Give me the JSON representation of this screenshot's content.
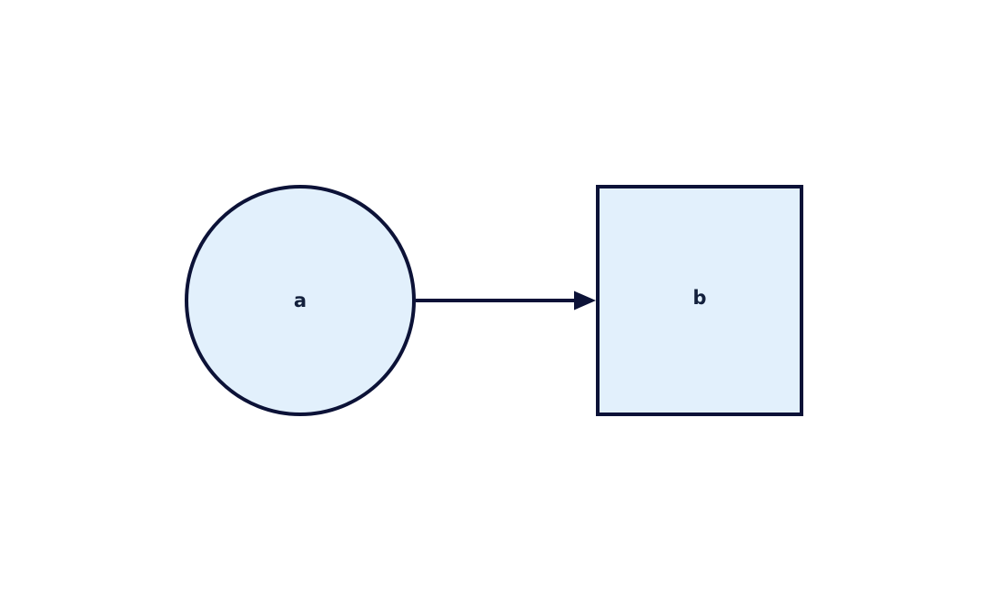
{
  "diagram": {
    "title": "",
    "background_color": "#ffffff",
    "colors": {
      "node_fill": "#e2f0fc",
      "node_stroke": "#0c1237",
      "edge_stroke": "#0c1237",
      "label_color": "#13203c"
    },
    "nodes": [
      {
        "id": "a",
        "label": "a",
        "shape": "circle"
      },
      {
        "id": "b",
        "label": "b",
        "shape": "rectangle"
      }
    ],
    "edges": [
      {
        "from": "a",
        "to": "b",
        "style": "solid",
        "arrowhead": "filled-triangle",
        "label": ""
      }
    ]
  }
}
